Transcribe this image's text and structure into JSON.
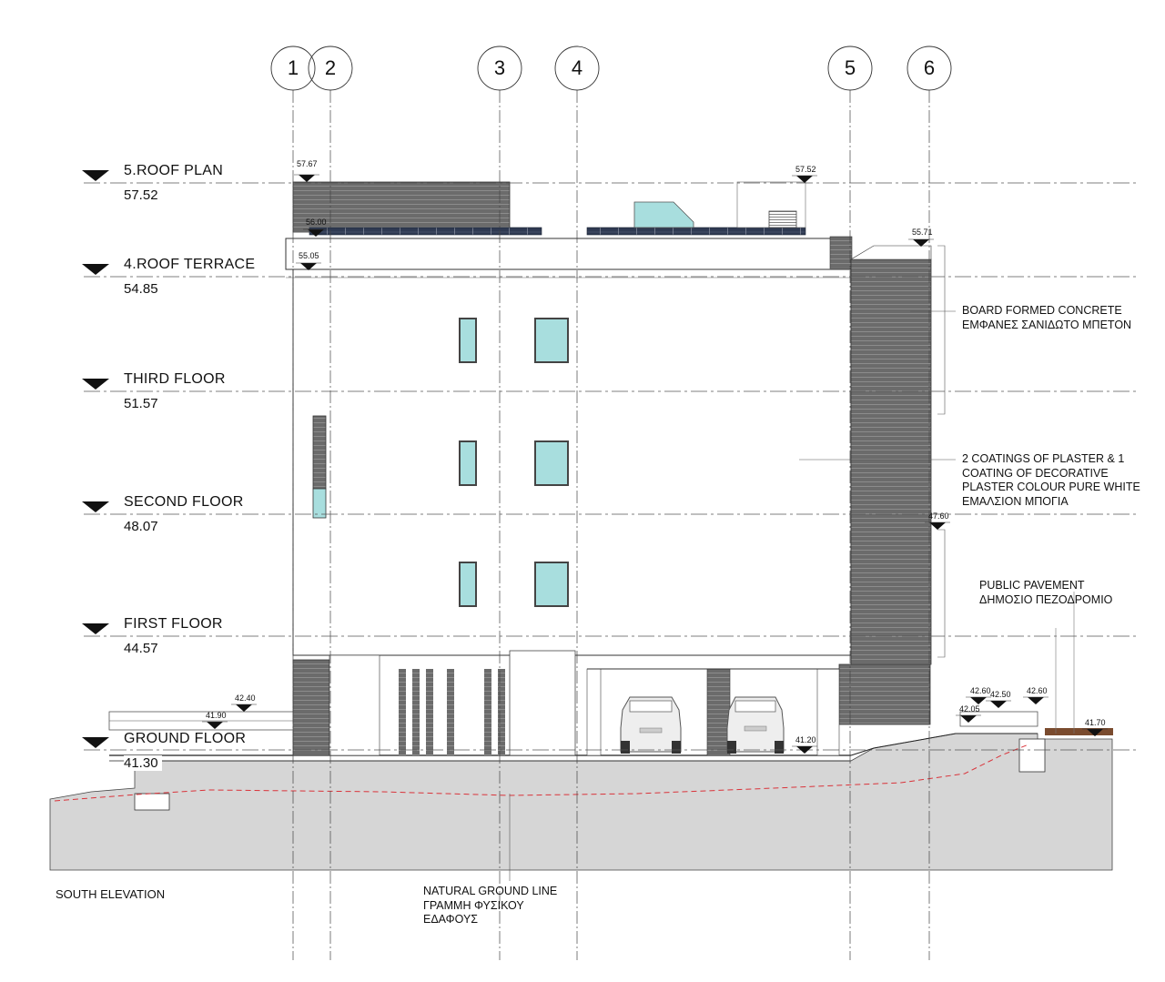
{
  "grid_lines": [
    {
      "id": "1",
      "label": "1"
    },
    {
      "id": "2",
      "label": "2"
    },
    {
      "id": "3",
      "label": "3"
    },
    {
      "id": "4",
      "label": "4"
    },
    {
      "id": "5",
      "label": "5"
    },
    {
      "id": "6",
      "label": "6"
    }
  ],
  "levels": [
    {
      "id": "roof-plan",
      "name": "5.ROOF PLAN",
      "elevation": "57.52"
    },
    {
      "id": "roof-terrace",
      "name": "4.ROOF TERRACE",
      "elevation": "54.85"
    },
    {
      "id": "third-floor",
      "name": "THIRD FLOOR",
      "elevation": "51.57"
    },
    {
      "id": "second-floor",
      "name": "SECOND FLOOR",
      "elevation": "48.07"
    },
    {
      "id": "first-floor",
      "name": "FIRST FLOOR",
      "elevation": "44.57"
    },
    {
      "id": "ground-floor",
      "name": "GROUND FLOOR",
      "elevation": "41.30"
    }
  ],
  "spot_levels": {
    "parapet_top": "57.67",
    "roof_plant": "57.52",
    "roof_slab": "56.00",
    "terrace_top": "55.05",
    "wall_top": "55.71",
    "wall_mid": "47.60",
    "ground_left_1": "42.40",
    "ground_left_2": "41.90",
    "ground_entrance": "41.20",
    "right_1": "42.60",
    "right_2": "42.50",
    "right_3": "42.05",
    "right_4": "42.60",
    "right_5": "41.70"
  },
  "notes": {
    "board_concrete": "BOARD FORMED CONCRETE\nΕΜΦΑΝΕΣ ΣΑΝΙΔΩΤΟ ΜΠΕΤΟΝ",
    "plaster": "2 COATINGS OF PLASTER & 1\nCOATING OF DECORATIVE\nPLASTER COLOUR PURE WHITE\nΕΜΑΛΣΙΟΝ ΜΠΟΓΙΑ",
    "pavement": "PUBLIC PAVEMENT\nΔΗΜΟΣΙΟ ΠΕΖΟΔΡΟΜΙΟ",
    "ground_line": "NATURAL GROUND LINE\nΓΡΑΜΜΗ ΦΥΣΙΚΟΥ\nΕΔΑΦΟΥΣ"
  },
  "view_title": "SOUTH ELEVATION",
  "colors": {
    "ground_fill": "#d6d6d6",
    "concrete": "#6b6b6b",
    "glass": "#a8dede",
    "natural_ground_line": "#d9333a",
    "line": "#222222"
  }
}
